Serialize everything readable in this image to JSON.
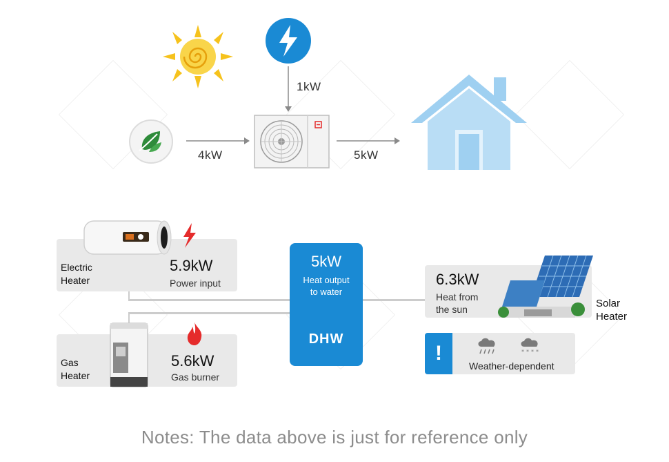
{
  "top_flow": {
    "ambient_to_unit": "4kW",
    "electric_to_unit": "1kW",
    "unit_to_house": "5kW"
  },
  "electric_heater": {
    "name_line1": "Electric",
    "name_line2": "Heater",
    "value": "5.9kW",
    "caption": "Power input"
  },
  "gas_heater": {
    "name_line1": "Gas",
    "name_line2": "Heater",
    "value": "5.6kW",
    "caption": "Gas burner"
  },
  "dhw": {
    "value": "5kW",
    "caption_line1": "Heat output",
    "caption_line2": "to water",
    "label": "DHW"
  },
  "solar_heater": {
    "value": "6.3kW",
    "caption_line1": "Heat from",
    "caption_line2": "the sun",
    "name_line1": "Solar",
    "name_line2": "Heater",
    "warning": "Weather-dependent"
  },
  "footer": {
    "note": "Notes: The data above is just for reference only"
  },
  "colors": {
    "accent_blue": "#1a8ad4",
    "house_blue": "#9fd0f1",
    "leaf_green": "#2e8b3a",
    "bolt_red": "#e52b2b"
  }
}
